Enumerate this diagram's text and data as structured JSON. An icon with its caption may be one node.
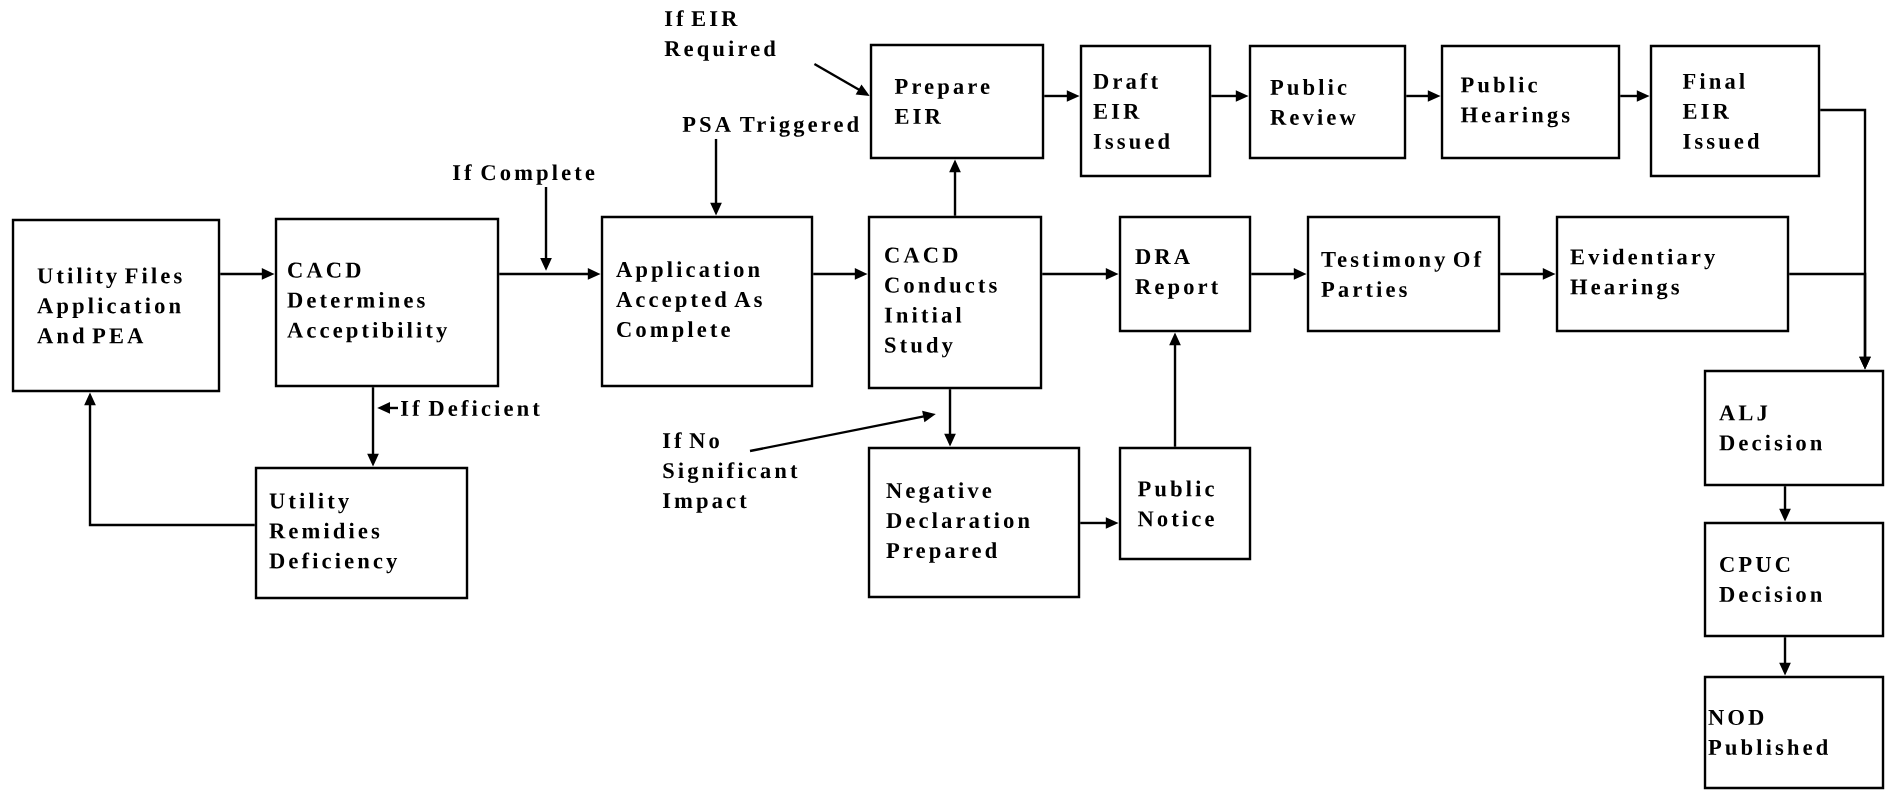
{
  "diagram": {
    "nodes": [
      {
        "text": [
          "Utility Files Application And PEA"
        ]
      },
      {
        "text": [
          "CACD Determines Acceptibility"
        ]
      },
      {
        "text": [
          "Application Accepted As Complete"
        ]
      },
      {
        "text": [
          "CACD Conducts Initial Study"
        ]
      },
      {
        "text": [
          "Prepare EIR"
        ]
      },
      {
        "text": [
          "Draft EIR Issued"
        ]
      },
      {
        "text": [
          "Public Review"
        ]
      },
      {
        "text": [
          "Public Hearings"
        ]
      },
      {
        "text": [
          "Final EIR Issued"
        ]
      },
      {
        "text": [
          "DRA Report"
        ]
      },
      {
        "text": [
          "Testimony Of Parties"
        ]
      },
      {
        "text": [
          "Evidentiary Hearings"
        ]
      },
      {
        "text": [
          "Utility Remidies Deficiency"
        ]
      },
      {
        "text": [
          "Negative Declaration Prepared"
        ]
      },
      {
        "text": [
          "Public Notice"
        ]
      },
      {
        "text": [
          "ALJ Decision"
        ]
      },
      {
        "text": [
          "CPUC Decision"
        ]
      },
      {
        "text": [
          "NOD Published"
        ]
      },
      {
        "text": [
          "If EIR Required"
        ]
      },
      {
        "text": [
          "PSA Triggered"
        ]
      },
      {
        "text": [
          "If Complete"
        ]
      },
      {
        "text": [
          "If Deficient"
        ]
      },
      {
        "text": [
          "If No Significant Impact"
        ]
      }
    ],
    "edges": [
      {
        "from": 0,
        "to": 1,
        "arrow": "to"
      },
      {
        "from": 1,
        "to": 2,
        "arrow": "to"
      },
      {
        "from": 2,
        "to": 3,
        "arrow": "to"
      },
      {
        "from": 3,
        "to": 4,
        "arrow": "to"
      },
      {
        "from": 3,
        "to": 9,
        "arrow": "to"
      },
      {
        "from": 3,
        "to": 13,
        "arrow": "to"
      },
      {
        "from": 4,
        "to": 5,
        "arrow": "to"
      },
      {
        "from": 5,
        "to": 6,
        "arrow": "to"
      },
      {
        "from": 6,
        "to": 7,
        "arrow": "to"
      },
      {
        "from": 7,
        "to": 8,
        "arrow": "to"
      },
      {
        "from": 8,
        "to": 15,
        "arrow": "to"
      },
      {
        "from": 9,
        "to": 10,
        "arrow": "to"
      },
      {
        "from": 10,
        "to": 11,
        "arrow": "to"
      },
      {
        "from": 11,
        "to": 15,
        "arrow": "to"
      },
      {
        "from": 1,
        "to": 12,
        "arrow": "to"
      },
      {
        "from": 12,
        "to": 0,
        "arrow": "to"
      },
      {
        "from": 13,
        "to": 14,
        "arrow": "to"
      },
      {
        "from": 14,
        "to": 9,
        "arrow": "to"
      },
      {
        "from": 15,
        "to": 16,
        "arrow": "to"
      },
      {
        "from": 16,
        "to": 17,
        "arrow": "to"
      },
      {
        "from": 18,
        "to": 4,
        "arrow": "to"
      },
      {
        "from": 19,
        "to": 2,
        "arrow": "to"
      },
      {
        "from": 20,
        "to": null,
        "arrow": "to"
      },
      {
        "from": 21,
        "to": null,
        "arrow": "to"
      },
      {
        "from": 22,
        "to": null,
        "arrow": "to"
      }
    ]
  }
}
